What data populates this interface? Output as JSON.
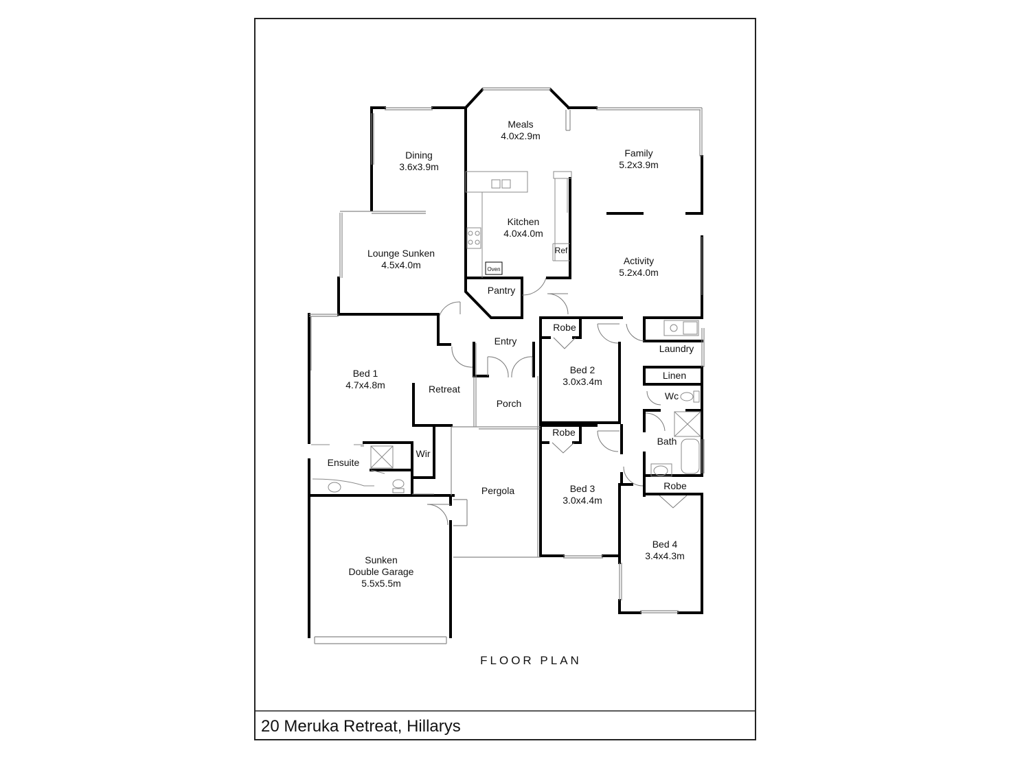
{
  "plan_title": "FLOOR PLAN",
  "address": "20 Meruka Retreat, Hillarys",
  "rooms": {
    "meals": {
      "name": "Meals",
      "dims": "4.0x2.9m"
    },
    "dining": {
      "name": "Dining",
      "dims": "3.6x3.9m"
    },
    "family": {
      "name": "Family",
      "dims": "5.2x3.9m"
    },
    "kitchen": {
      "name": "Kitchen",
      "dims": "4.0x4.0m"
    },
    "lounge": {
      "name": "Lounge Sunken",
      "dims": "4.5x4.0m"
    },
    "activity": {
      "name": "Activity",
      "dims": "5.2x4.0m"
    },
    "pantry": {
      "name": "Pantry"
    },
    "entry": {
      "name": "Entry"
    },
    "bed1": {
      "name": "Bed 1",
      "dims": "4.7x4.8m"
    },
    "retreat": {
      "name": "Retreat"
    },
    "porch": {
      "name": "Porch"
    },
    "bed2": {
      "name": "Bed 2",
      "dims": "3.0x3.4m"
    },
    "robe_bed2": {
      "name": "Robe"
    },
    "laundry": {
      "name": "Laundry"
    },
    "linen": {
      "name": "Linen"
    },
    "wc": {
      "name": "Wc"
    },
    "robe_bed3": {
      "name": "Robe"
    },
    "bath": {
      "name": "Bath"
    },
    "ensuite": {
      "name": "Ensuite"
    },
    "wir": {
      "name": "Wir"
    },
    "pergola": {
      "name": "Pergola"
    },
    "bed3": {
      "name": "Bed 3",
      "dims": "3.0x4.4m"
    },
    "robe_bed4": {
      "name": "Robe"
    },
    "garage": {
      "name_line1": "Sunken",
      "name_line2": "Double Garage",
      "dims": "5.5x5.5m"
    },
    "bed4": {
      "name": "Bed 4",
      "dims": "3.4x4.3m"
    }
  },
  "fixtures": {
    "oven": "Oven",
    "ref": "Ref"
  },
  "colors": {
    "wall": "#000000",
    "frame": "#222222",
    "window": "#aaaaaa"
  }
}
